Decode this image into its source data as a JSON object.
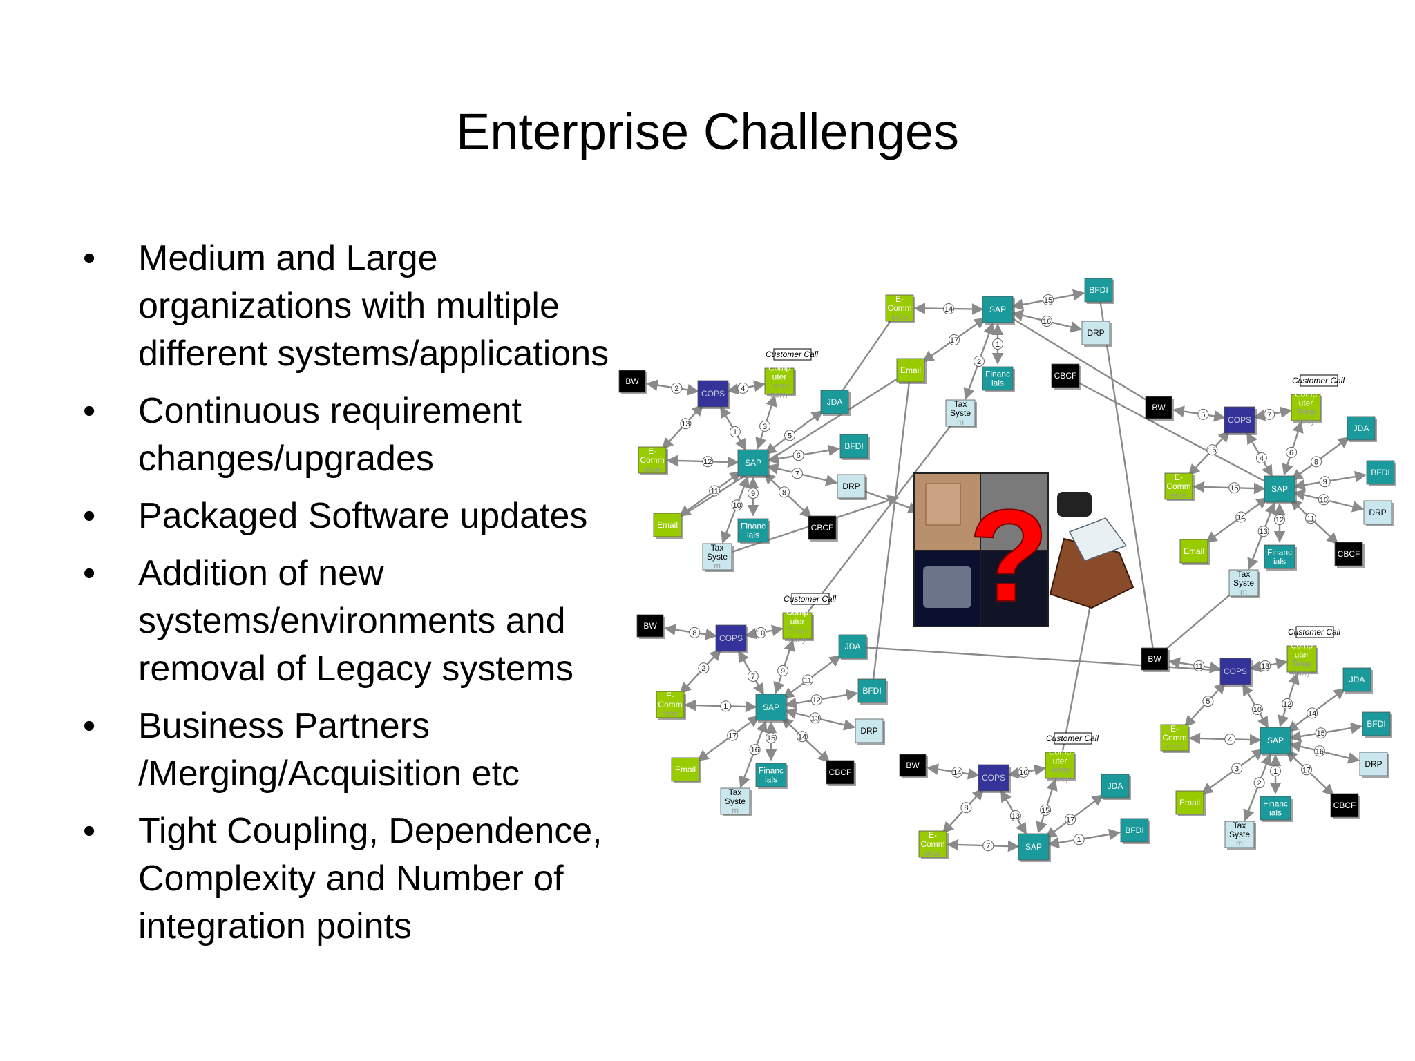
{
  "slide": {
    "title": "Enterprise Challenges",
    "bullet_glyph": "•",
    "bullets": [
      [
        "Medium and Large",
        "organizations with multiple",
        "different systems/applications"
      ],
      [
        "Continuous requirement",
        "changes/upgrades"
      ],
      [
        "Packaged Software updates"
      ],
      [
        "Addition of new",
        "systems/environments and",
        "removal of Legacy systems"
      ],
      [
        "Business Partners",
        "/Merging/Acquisition etc"
      ],
      [
        "Tight Coupling, Dependence,",
        "Complexity and Number of",
        "integration points"
      ]
    ]
  },
  "diagram": {
    "colors": {
      "sap": "#1a9a9a",
      "cops": "#333399",
      "green": "#99cc00",
      "light": "#c9e7ec",
      "black": "#000000",
      "edge": "#8a8a8a",
      "question": "#ff0000"
    },
    "labels": {
      "sap": "SAP",
      "cops": "COPS",
      "jda": "JDA",
      "bfdi": "BFDI",
      "drp": "DRP",
      "cbcf": "CBCF",
      "bw": "BW",
      "email": "Email",
      "ecommerce": [
        "E-",
        "Comm",
        "erce"
      ],
      "financials": [
        "Financ",
        "ials"
      ],
      "tax": [
        "Tax",
        "Syste",
        "m"
      ],
      "telephony": [
        "Comp",
        "uter",
        "Telep",
        "hony"
      ],
      "customer_call": "Customer Call"
    },
    "edge_numbers": [
      "1",
      "2",
      "3",
      "4",
      "5",
      "6",
      "7",
      "8",
      "9",
      "10",
      "11",
      "12",
      "13",
      "14",
      "15",
      "16",
      "17"
    ],
    "center_image_icon": "question-mark-collage-icon"
  }
}
